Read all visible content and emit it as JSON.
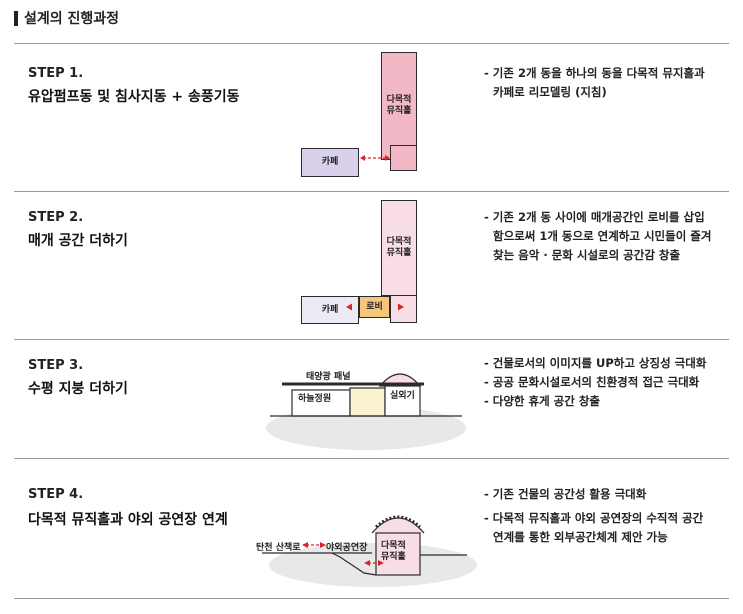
{
  "header": {
    "title": "설계의 진행과정"
  },
  "steps": [
    {
      "no": "STEP 1.",
      "title": "유압펌프동 및 침사지동 + 송풍기동",
      "desc": [
        "- 기존 2개 동을  하나의 동을 다목적 뮤지홀과",
        "  카페로 리모델링 (지침)"
      ],
      "labels": {
        "tower": [
          "다목적",
          "뮤직홀"
        ],
        "cafe": "카페"
      }
    },
    {
      "no": "STEP 2.",
      "title": "매개 공간 더하기",
      "desc": [
        "- 기존 2개 동  사이에 매개공간인 로비를 삽입",
        "  함으로써 1개 동으로 연계하고 시민들이 즐겨",
        "  찾는 음악 · 문화 시설로의 공간감 창출"
      ],
      "labels": {
        "tower": [
          "다목적",
          "뮤직홀"
        ],
        "cafe": "카페",
        "lobby": "로비"
      }
    },
    {
      "no": "STEP 3.",
      "title": "수평 지붕 더하기",
      "desc": [
        "- 건물로서의 이미지를 UP하고 상징성 극대화",
        "- 공공 문화시설로서의  친환경적  접근 극대화",
        "- 다양한 휴게 공간 창출"
      ],
      "labels": {
        "solar": "태양광 패널",
        "garden": "하늘정원",
        "greenhouse": "실외기"
      }
    },
    {
      "no": "STEP 4.",
      "title": "다목적 뮤직홀과 야외 공연장 연계",
      "desc": [
        "- 기존 건물의 공간성 활용 극대화",
        "- 다목적 뮤직홀과  야외 공연장의 수직적 공간",
        "  연계를 통한 외부공간체계 제안 가능"
      ],
      "labels": {
        "tower": [
          "다목적",
          "뮤직홀"
        ],
        "path": "탄천 산책로",
        "stage": "야외공연장"
      }
    }
  ],
  "colors": {
    "pink": "#f2b8c6",
    "pink_light": "#f9dde4",
    "lavender": "#d9d1ec",
    "orange": "#f5c77e",
    "arrow_red": "#d9262c",
    "rule": "#9a9a9a"
  }
}
